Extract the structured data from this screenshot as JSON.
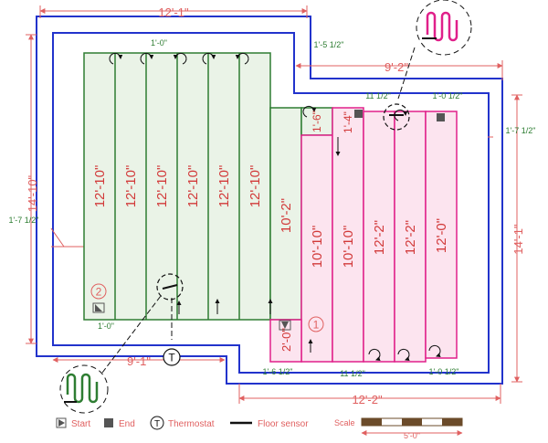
{
  "dims": {
    "top": "12'-1\"",
    "upper_right": "9'-2\"",
    "left": "14'-10\"",
    "right": "14'-1\"",
    "bottom_right": "12'-2\"",
    "bottom_left": "9'-1\""
  },
  "offsets": {
    "top_green": "1'-0\"",
    "top_right": "1'-5 1/2\"",
    "left_outer": "1'-7 1/2\"",
    "right_outer": "1'-7 1/2\"",
    "pink_top_left": "11 1/2\"",
    "pink_top_right": "1'-0 1/2\"",
    "bottom_green": "1'-0\"",
    "bottom_pink_a": "1'-6 1/2\"",
    "bottom_pink_b": "11 1/2\"",
    "bottom_pink_c": "1'-0 1/2\""
  },
  "green_strips": [
    "12'-10\"",
    "12'-10\"",
    "12'-10\"",
    "12'-10\"",
    "12'-10\"",
    "12'-10\""
  ],
  "green_short": [
    "10'-2\"",
    "1'-6\""
  ],
  "pink_strips": [
    "10'-10\"",
    "10'-10\"",
    "12'-2\"",
    "12'-2\"",
    "12'-0\""
  ],
  "pink_short": [
    "1'-4\"",
    "2'-0\""
  ],
  "zone_labels": {
    "green": "2",
    "pink": "1"
  },
  "legend": {
    "start": "Start",
    "end": "End",
    "thermostat_symbol": "T",
    "thermostat": "Thermostat",
    "sensor": "Floor sensor",
    "scale": "Scale",
    "scale_value": "5'-0\""
  },
  "colors": {
    "blue": "#2233cc",
    "red": "#e06060",
    "green": "#2e7d32",
    "green_fill": "#eaf3e7",
    "pink": "#e0208a",
    "pink_fill": "#fce4ef"
  }
}
